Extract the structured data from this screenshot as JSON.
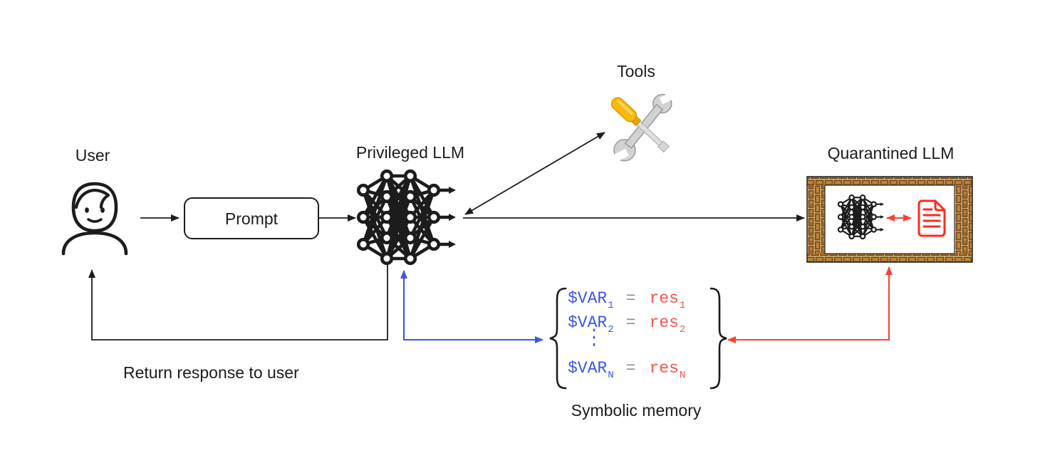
{
  "diagram": {
    "user": {
      "label": "User"
    },
    "prompt": {
      "label": "Prompt"
    },
    "privileged_llm": {
      "label": "Privileged LLM"
    },
    "tools": {
      "label": "Tools"
    },
    "quarantined_llm": {
      "label": "Quarantined LLM"
    },
    "symbolic_memory": {
      "label": "Symbolic memory",
      "ellipsis": "⋮",
      "entries": [
        {
          "variable": "$VAR",
          "variable_subscript": "1",
          "equals": "=",
          "result": "res",
          "result_subscript": "1"
        },
        {
          "variable": "$VAR",
          "variable_subscript": "2",
          "equals": "=",
          "result": "res",
          "result_subscript": "2"
        },
        {
          "variable": "$VAR",
          "variable_subscript": "N",
          "equals": "=",
          "result": "res",
          "result_subscript": "N"
        }
      ]
    },
    "return_arrow": {
      "label": "Return response to user"
    },
    "colors": {
      "line_black": "#1c1c1c",
      "memory_blue": "#3c55e8",
      "memory_red": "#f5554c",
      "arrow_red": "#fb4130",
      "document_red": "#fb2c1e",
      "equals_gray": "#8b9196",
      "brick_brown": "#a06a28",
      "mortar_tan": "#dcbe83",
      "handle_yellow": "#f7b90c",
      "wrench_gray": "#d2d2d2"
    }
  }
}
